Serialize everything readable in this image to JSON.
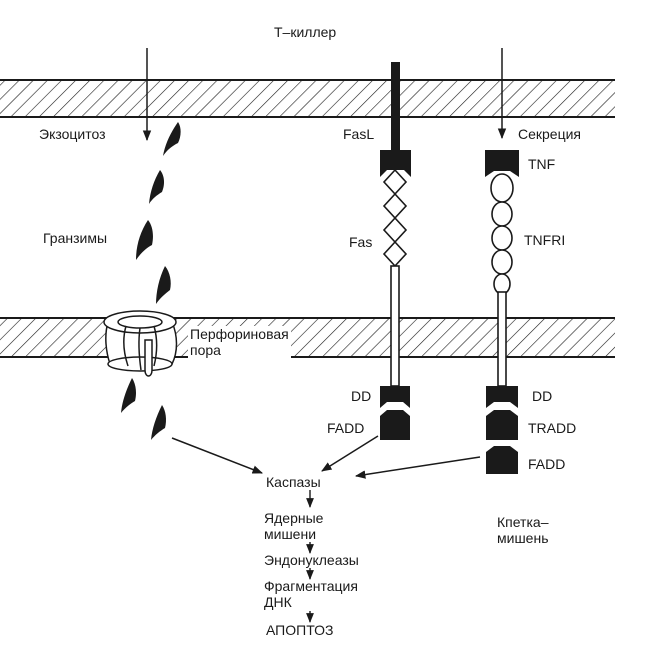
{
  "labels": {
    "t_killer": "Т–киллер",
    "exocytosis": "Экзоцитоз",
    "fasl": "FasL",
    "secretion": "Секреция",
    "tnf": "TNF",
    "granzymes": "Гранзимы",
    "fas": "Fas",
    "tnfri": "TNFRI",
    "perforin_pore": "Перфориновая\nпора",
    "dd_left": "DD",
    "dd_right": "DD",
    "fadd_left": "FADD",
    "tradd": "TRADD",
    "fadd_right": "FADD",
    "caspases": "Каспазы",
    "nuclear_targets": "Ядерные\nмишени",
    "endonucleases": "Эндонуклеазы",
    "dna_fragmentation": "Фрагментация\nДНК",
    "apoptosis": "АПОПТОЗ",
    "target_cell": "Кпетка–\nмишень"
  },
  "colors": {
    "ink": "#1a1a1a",
    "paper": "#ffffff"
  }
}
